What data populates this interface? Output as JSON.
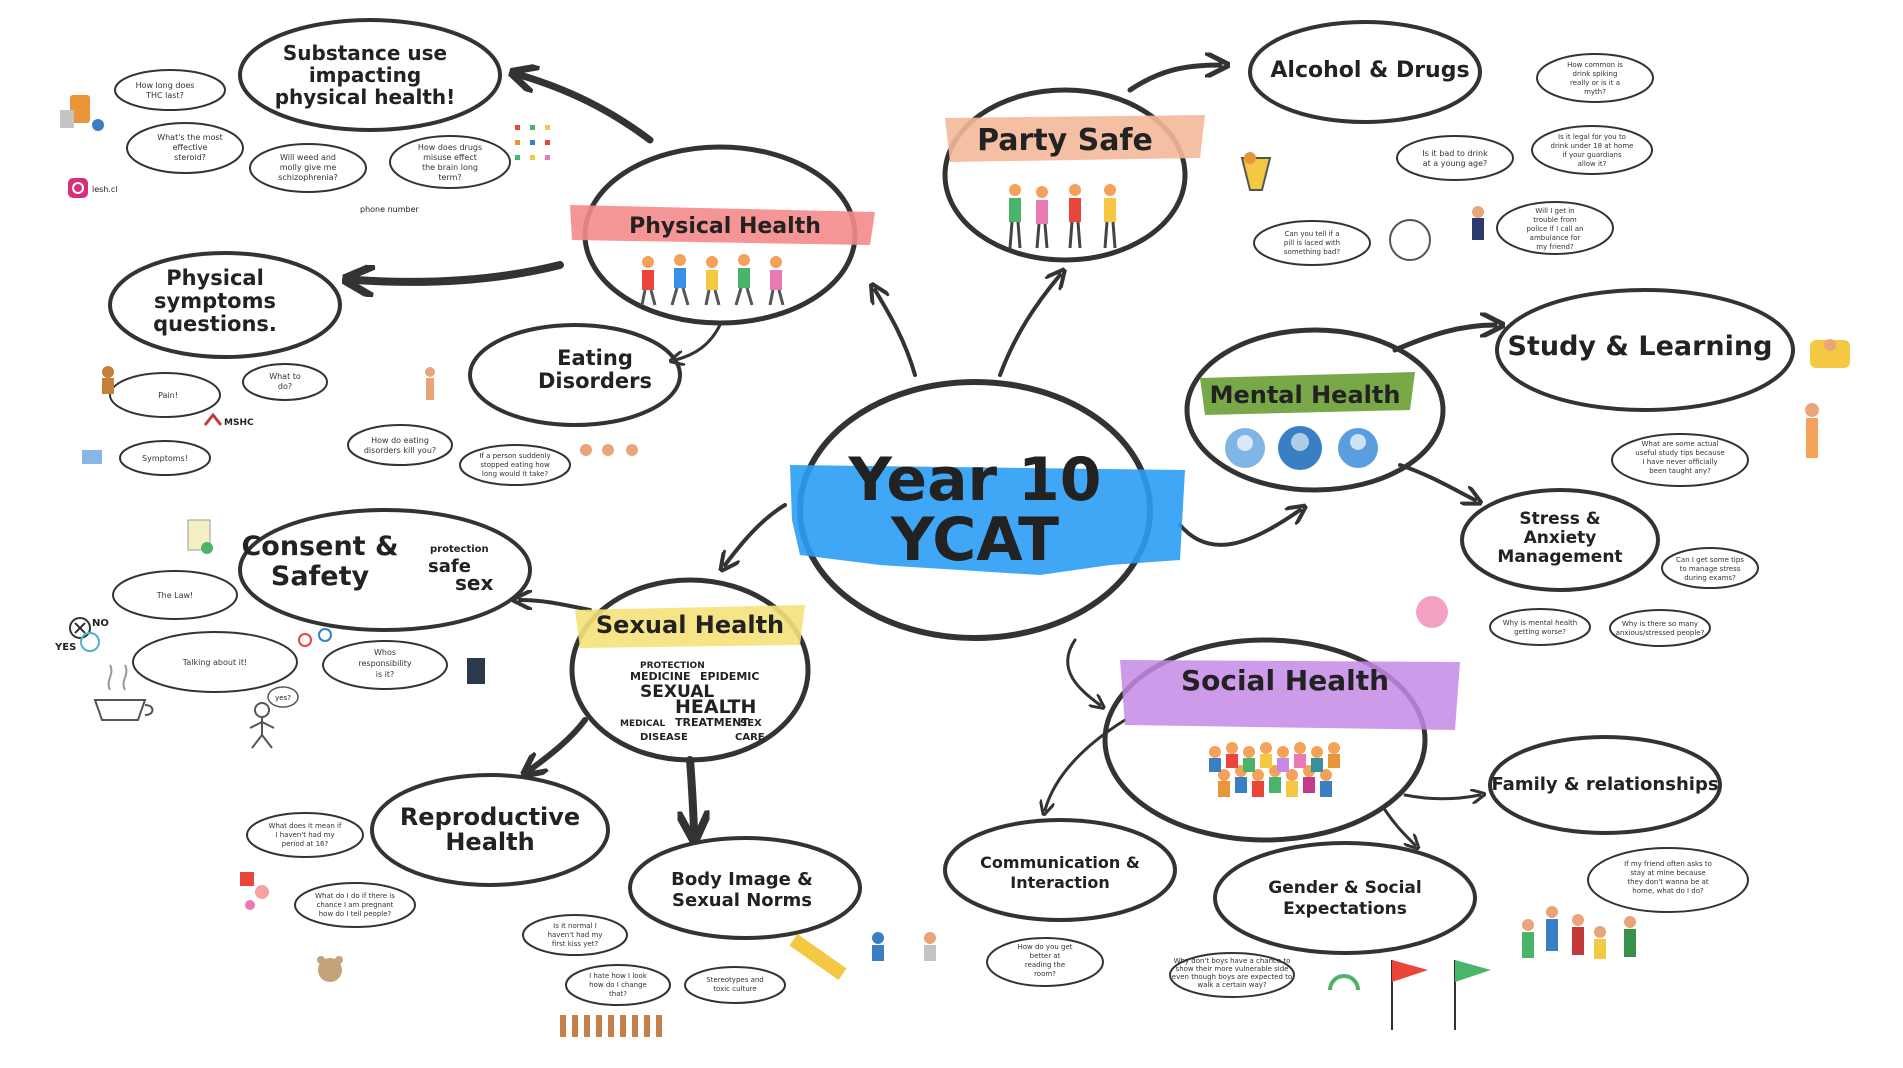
{
  "central": {
    "line1": "Year 10",
    "line2": "YCAT",
    "color": "#2a9df4"
  },
  "hubs": {
    "physical": {
      "label": "Physical Health",
      "color": "#f48a8a"
    },
    "party": {
      "label": "Party Safe",
      "color": "#f4b89a"
    },
    "mental": {
      "label": "Mental Health",
      "color": "#6a9e34"
    },
    "sexual": {
      "label": "Sexual Health",
      "color": "#f4e27a"
    },
    "social": {
      "label": "Social Health",
      "color": "#c48ae6"
    }
  },
  "topics": {
    "substance": [
      "Substance use",
      "impacting",
      "physical health!"
    ],
    "symptoms": [
      "Physical",
      "symptoms",
      "questions."
    ],
    "eating": [
      "Eating",
      "Disorders"
    ],
    "alcohol": [
      "Alcohol & Drugs"
    ],
    "study": [
      "Study & Learning"
    ],
    "stress": [
      "Stress &",
      "Anxiety",
      "Management"
    ],
    "consent": [
      "Consent &",
      "Safety"
    ],
    "reproductive": [
      "Reproductive",
      "Health"
    ],
    "bodyimage": [
      "Body Image &",
      "Sexual Norms"
    ],
    "communication": [
      "Communication &",
      "Interaction"
    ],
    "gender": [
      "Gender & Social",
      "Expectations"
    ],
    "family": [
      "Family & relationships"
    ]
  },
  "questions": {
    "q_thc": [
      "How long does",
      "THC last?"
    ],
    "q_steroid": [
      "What's the most",
      "effective",
      "steroid?"
    ],
    "q_weed": [
      "Will weed and",
      "molly give me",
      "schizophrenia?"
    ],
    "q_ghb": [
      "How does drugs",
      "misuse effect",
      "the brain long",
      "term?"
    ],
    "q_pain": [
      "Pain!"
    ],
    "q_whattodo": [
      "What to",
      "do?"
    ],
    "q_symptoms": [
      "Symptoms!"
    ],
    "q_eatdis": [
      "How do eating",
      "disorders kill you?"
    ],
    "q_eatlong": [
      "If a person suddenly",
      "stopped eating how",
      "long would it take?"
    ],
    "q_law": [
      "The Law!"
    ],
    "q_talking": [
      "Talking about it!"
    ],
    "q_responsibility": [
      "Whos",
      "responsibility",
      "is it?"
    ],
    "q_period": [
      "What does it mean if",
      "I haven't had my",
      "period at 16?"
    ],
    "q_pregnant": [
      "What do I do if there is",
      "chance I am pregnant",
      "how do I tell people?"
    ],
    "q_normal": [
      "Is it normal I",
      "haven't had my",
      "first kiss yet?"
    ],
    "q_change": [
      "I hate how I look",
      "how do I change",
      "that?"
    ],
    "q_stereotypes": [
      "Stereotypes and",
      "toxic culture"
    ],
    "q_tellifpill": [
      "Can you tell if a",
      "pill is laced with",
      "something bad?"
    ],
    "q_drinkage": [
      "Is it bad to drink",
      "at a young age?"
    ],
    "q_legal": [
      "Is it legal for you to",
      "drink under 18 at home",
      "if your guardians",
      "allow it?"
    ],
    "q_spiking": [
      "How common is",
      "drink spiking",
      "really or is it a",
      "myth?"
    ],
    "q_police": [
      "Will I get in",
      "trouble from",
      "police if I call an",
      "ambulance for",
      "my friend?"
    ],
    "q_studytips": [
      "What are some actual",
      "useful study tips because",
      "I have never officially",
      "been taught any?"
    ],
    "q_managestress": [
      "Can I get some tips",
      "to manage stress",
      "during exams?"
    ],
    "q_mentalworse": [
      "Why is mental health",
      "getting worse?"
    ],
    "q_anxious": [
      "Why is there so many",
      "anxious/stressed people?"
    ],
    "q_friend": [
      "If my friend often asks to",
      "stay at mine because",
      "they don't wanna be at",
      "home, what do I do?"
    ],
    "q_talkroom": [
      "How do you get",
      "better at",
      "reading the",
      "room?"
    ],
    "q_expect": [
      "Why don't boys have a chance to",
      "show their more vulnerable side",
      "even though boys are expected to",
      "walk a certain way?"
    ]
  },
  "decor": {
    "instagram": "lesh.cl",
    "phone": "phone number",
    "mshc": "MSHC",
    "no": "NO",
    "yes": "YES",
    "yes_bubble": "yes?",
    "wordcloud_safe": [
      "protection",
      "safe",
      "sex"
    ],
    "wordcloud_health": [
      "PROTECTION",
      "MEDICINE",
      "EPIDEMIC",
      "SEXUAL",
      "HEALTH",
      "TREATMENT",
      "DISEASE",
      "CARE",
      "MEDICAL",
      "SEX"
    ]
  }
}
